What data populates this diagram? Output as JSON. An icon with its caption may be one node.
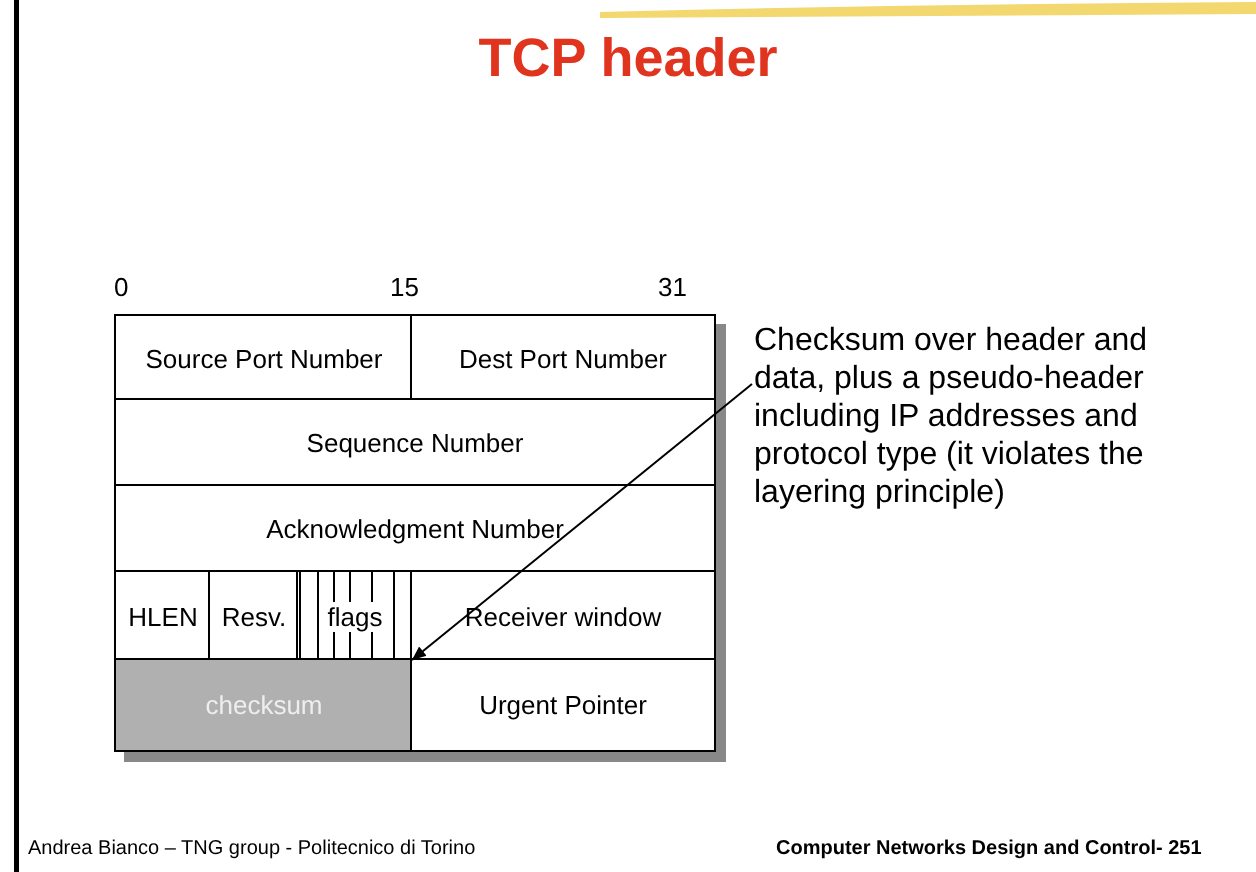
{
  "diagram": {
    "title": "TCP header",
    "nodes": [
      {
        "text": [
          "Source Port Number"
        ]
      },
      {
        "text": [
          "Dest Port Number"
        ]
      },
      {
        "text": [
          "Sequence Number"
        ]
      },
      {
        "text": [
          "Acknowledgment Number"
        ]
      },
      {
        "text": [
          "HLEN"
        ]
      },
      {
        "text": [
          "Resv."
        ]
      },
      {
        "text": [
          "flags"
        ]
      },
      {
        "text": [
          "Receiver window"
        ]
      },
      {
        "text": [
          "checksum"
        ]
      },
      {
        "text": [
          "Urgent Pointer"
        ]
      },
      {
        "text": [
          "Checksum over header and data, plus a pseudo-header including IP addresses and protocol type (it violates the layering principle)"
        ]
      }
    ],
    "edges": [
      {
        "from": 10,
        "to": 8,
        "arrow": "to"
      }
    ],
    "labels": [
      "0",
      "15",
      "31",
      "Andrea Bianco – TNG group - Politecnico di Torino",
      "Computer Networks Design and Control- 251"
    ]
  }
}
